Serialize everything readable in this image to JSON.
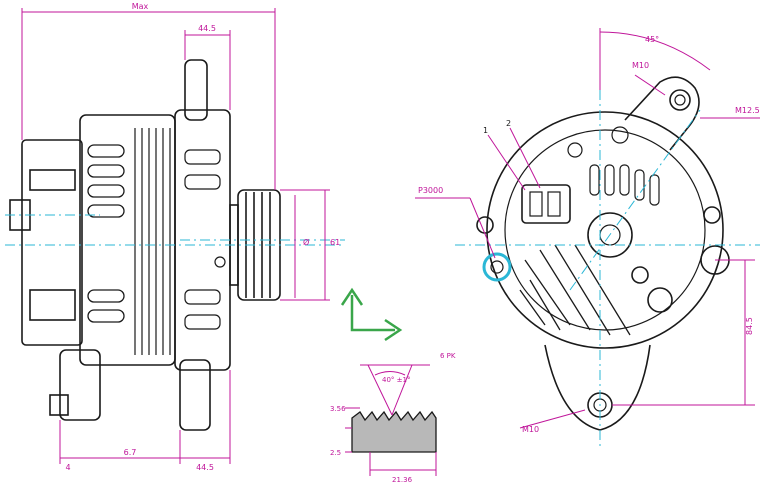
{
  "colors": {
    "outline": "#1a1a1a",
    "dimension": "#c0169a",
    "centerline": "#2bb7d6",
    "axis_green": "#3aa64a",
    "highlight_ring": "#2bb7d6"
  },
  "labels": {
    "overall_length": "Max",
    "flange_width_top": "44.5",
    "flange_width_bottom": "44.5",
    "base_offset": "4",
    "mount_spacing": "6.7",
    "pulley_dia": "Ø",
    "pulley_height": "61",
    "mount_hole": "M10",
    "mount_angle": "45°",
    "top_ear_dim": "M12.5",
    "connector_label": "P3000",
    "pin_label_1": "1",
    "pin_label_2": "2",
    "side_height": "84.5",
    "bottom_ear_dim": "M10",
    "groove_angle": "40° ±1°",
    "groove_spec": "6 PK",
    "groove_pitch": "3.56",
    "groove_depth": "2.5",
    "groove_width": "21.36"
  }
}
